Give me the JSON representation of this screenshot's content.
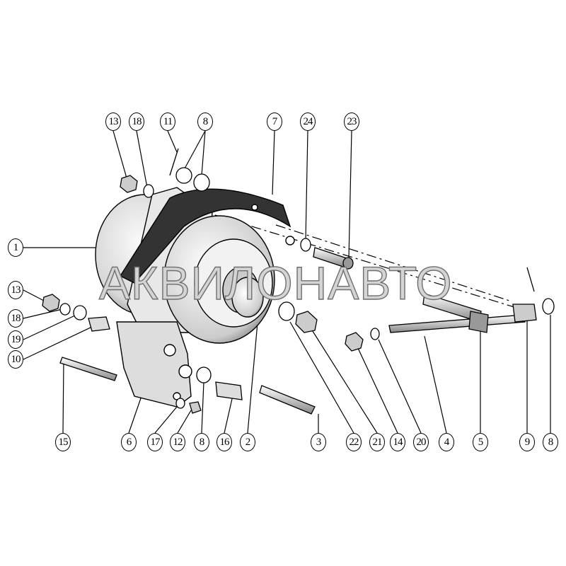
{
  "watermark": "АКВИЛОНАВТО",
  "callouts": {
    "top": [
      "13",
      "18",
      "11",
      "8",
      "7",
      "24",
      "23"
    ],
    "left": [
      "1",
      "13",
      "18",
      "19",
      "10"
    ],
    "bottom": [
      "15",
      "6",
      "17",
      "12",
      "8",
      "16",
      "2",
      "3",
      "22",
      "21",
      "14",
      "20",
      "4",
      "5",
      "9",
      "8"
    ]
  }
}
